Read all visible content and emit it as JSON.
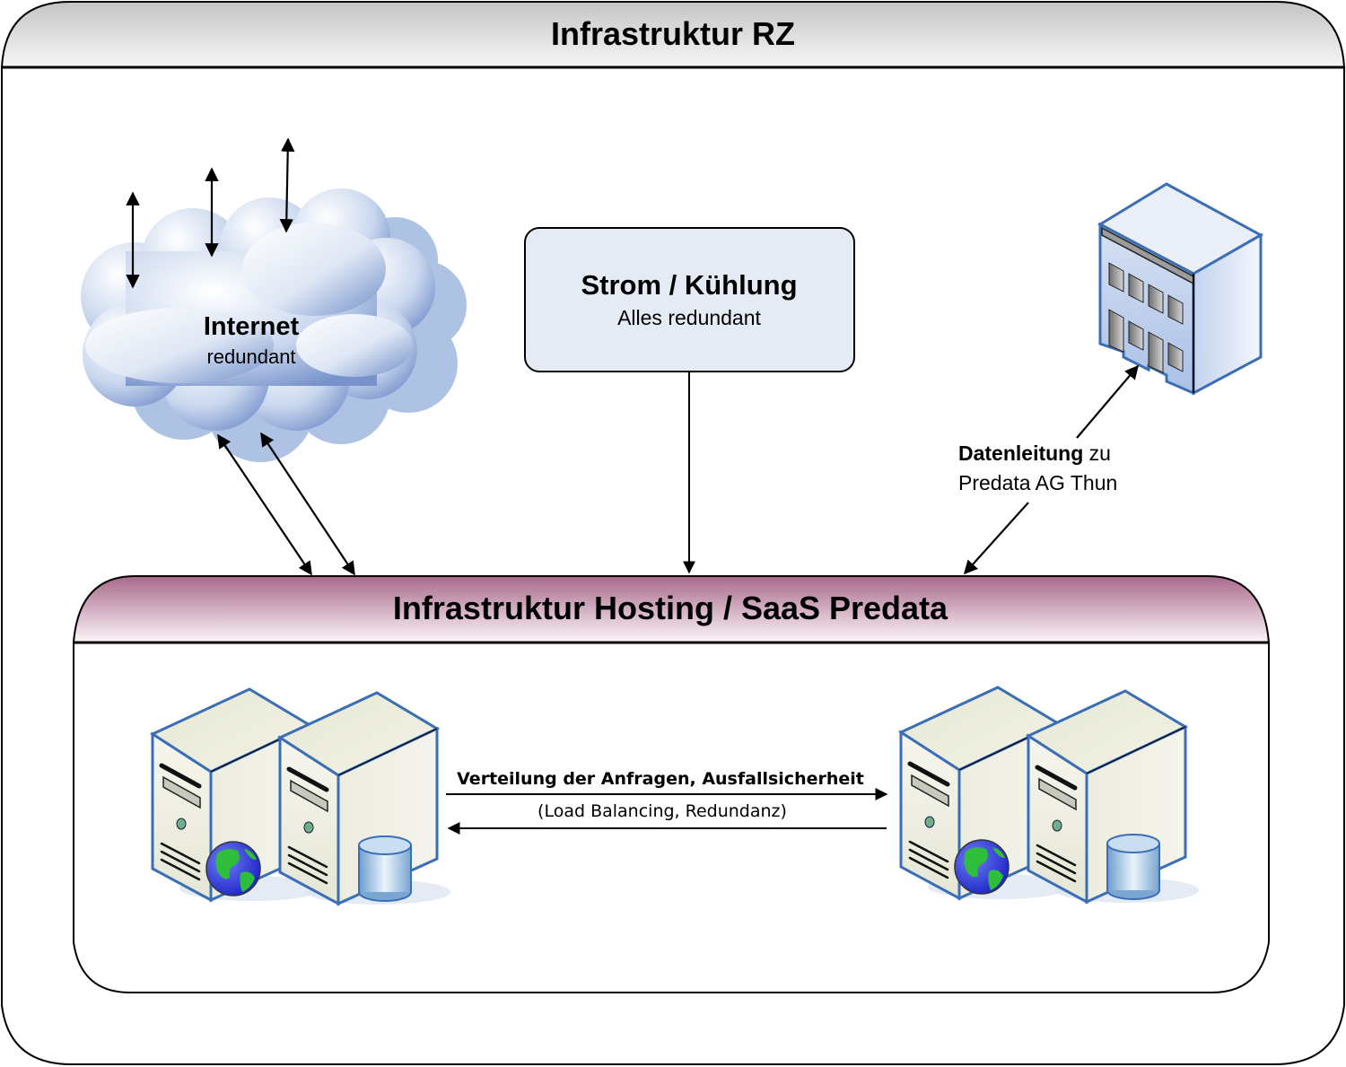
{
  "outer_container": {
    "title": "Infrastruktur RZ",
    "header_gradient": [
      "#c4c4c4",
      "#f4f4f4"
    ]
  },
  "internet_cloud": {
    "title": "Internet",
    "subtitle": "redundant",
    "icon": "cloud-icon",
    "colors": {
      "dark": "#6f8fc9",
      "light": "#ffffff",
      "shadow": "#aec3e3"
    }
  },
  "power_box": {
    "title": "Strom / Kühlung",
    "subtitle": "Alles redundant",
    "fill": "#e4ebf5"
  },
  "building": {
    "icon": "office-building-icon",
    "label_bold": "Datenleitung",
    "label_rest": " zu",
    "label_line2": "Predata AG Thun"
  },
  "hosting_container": {
    "title": "Infrastruktur Hosting / SaaS Predata",
    "header_gradient": [
      "#a8698a",
      "#fdf6fa"
    ]
  },
  "server_groups": [
    {
      "name": "server-group-left",
      "servers": [
        {
          "role": "web-server",
          "badge": "globe-icon"
        },
        {
          "role": "database-server",
          "badge": "database-icon"
        }
      ]
    },
    {
      "name": "server-group-right",
      "servers": [
        {
          "role": "web-server",
          "badge": "globe-icon"
        },
        {
          "role": "database-server",
          "badge": "database-icon"
        }
      ]
    }
  ],
  "load_balancing": {
    "label": "Verteilung der Anfragen, Ausfallsicherheit",
    "sublabel": "(Load Balancing, Redundanz)"
  },
  "colors": {
    "server_outline": "#3b6eb5",
    "server_body": "#eeeee2",
    "line": "#000000"
  }
}
